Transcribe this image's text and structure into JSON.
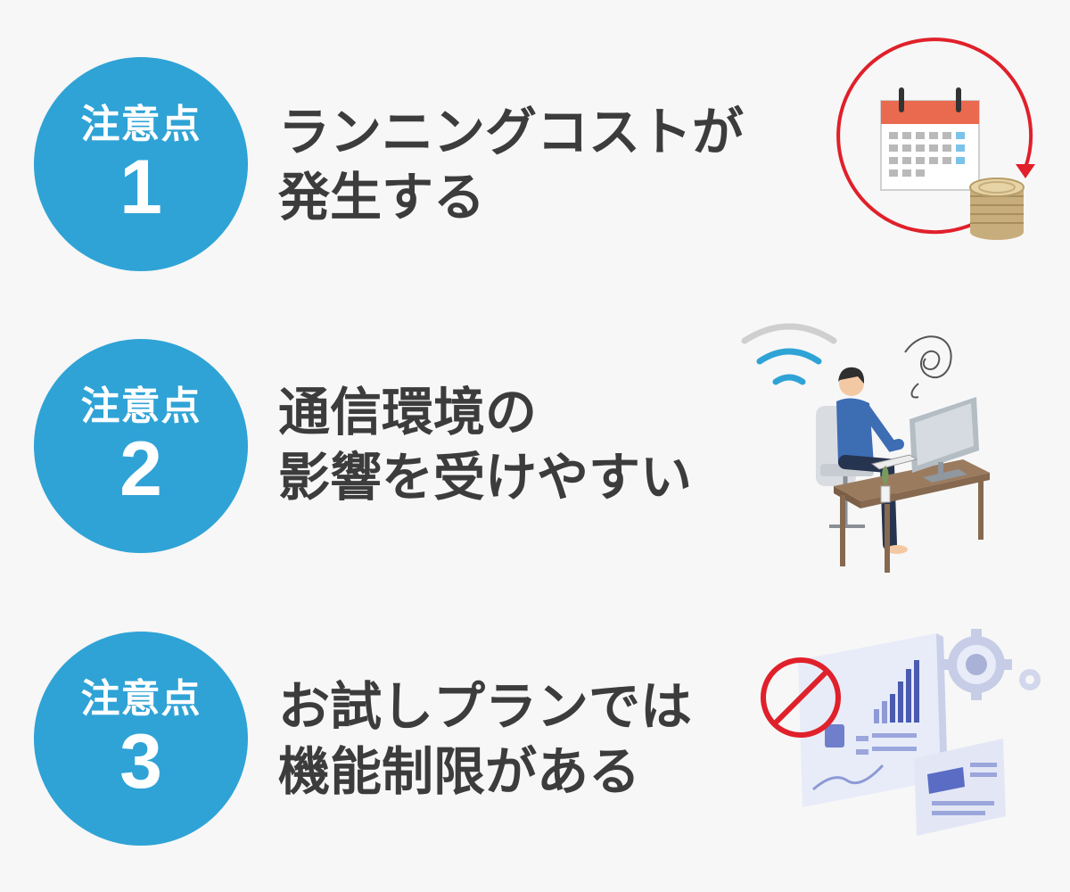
{
  "points": [
    {
      "badge_label": "注意点",
      "number": "1",
      "line1": "ランニングコストが",
      "line2": "発生する",
      "illustration": "calendar-coins-cycle-icon"
    },
    {
      "badge_label": "注意点",
      "number": "2",
      "line1": "通信環境の",
      "line2": "影響を受けやすい",
      "illustration": "person-computer-wifi-icon"
    },
    {
      "badge_label": "注意点",
      "number": "3",
      "line1": "お試しプランでは",
      "line2": "機能制限がある",
      "illustration": "dashboard-prohibited-icon"
    }
  ],
  "colors": {
    "badge": "#2fa3d6",
    "text": "#3c3c3c",
    "alert_red": "#e0202a",
    "background": "#f7f7f7"
  }
}
